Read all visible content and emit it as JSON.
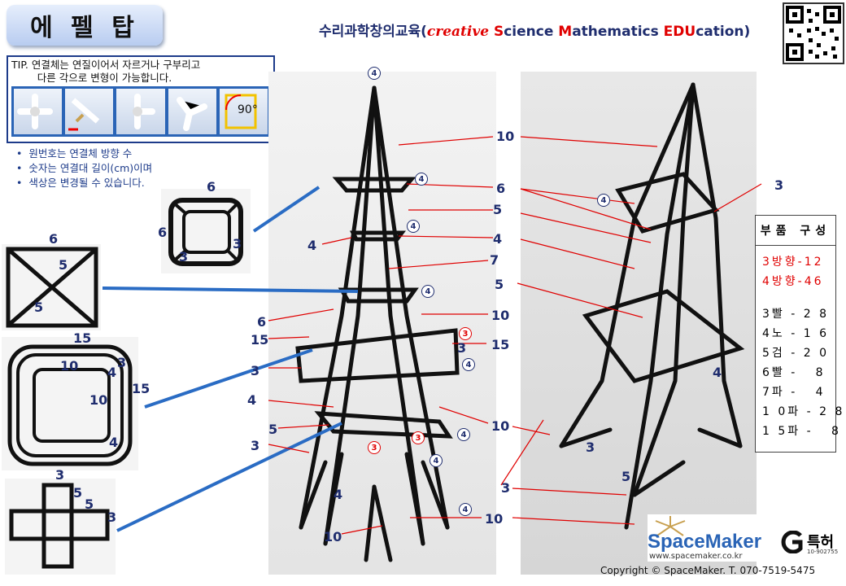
{
  "title": "에 펠 탑",
  "header": {
    "prefix": "수리과학창의교육(",
    "creative": "creative ",
    "s": "S",
    "science": "cience ",
    "m": "M",
    "mathematics": "athematics ",
    "edu": "EDU",
    "cation": "cation)"
  },
  "tip": {
    "line1": "TIP. 연결체는 연질이어서 자르거나 구부리고",
    "line2": "        다른 각으로 변형이 가능합니다.",
    "angle": "90°"
  },
  "bullets": [
    "원번호는 연결체 방향 수",
    "숫자는 연결대 길이(cm)이며",
    "색상은 변경될 수 있습니다."
  ],
  "parts": {
    "title": "부품 구성",
    "rows_red": [
      "3방향-12",
      "4방향-46"
    ],
    "rows": [
      "3빨 - 2 8",
      "4노 - 1 6",
      "5검 - 2 0",
      "6빨 -   8",
      "7파 -   4",
      "1 0파 - 2 8",
      "1 5파 -   8"
    ]
  },
  "labels": {
    "l10": "10",
    "l6": "6",
    "l5": "5",
    "l4": "4",
    "l7": "7",
    "l3": "3",
    "l15": "15",
    "c4": "4",
    "c3": "3"
  },
  "logo": {
    "brand": "SpaceMaker",
    "url": "www.spacemaker.co.kr"
  },
  "patent": {
    "text": "특허",
    "number": "10-902755"
  },
  "copyright": "Copyright © SpaceMaker. T. 070-7519-5475",
  "colors": {
    "accent_blue": "#1f2d6e",
    "red": "#e00000",
    "tip_blue": "#2a64b6"
  }
}
